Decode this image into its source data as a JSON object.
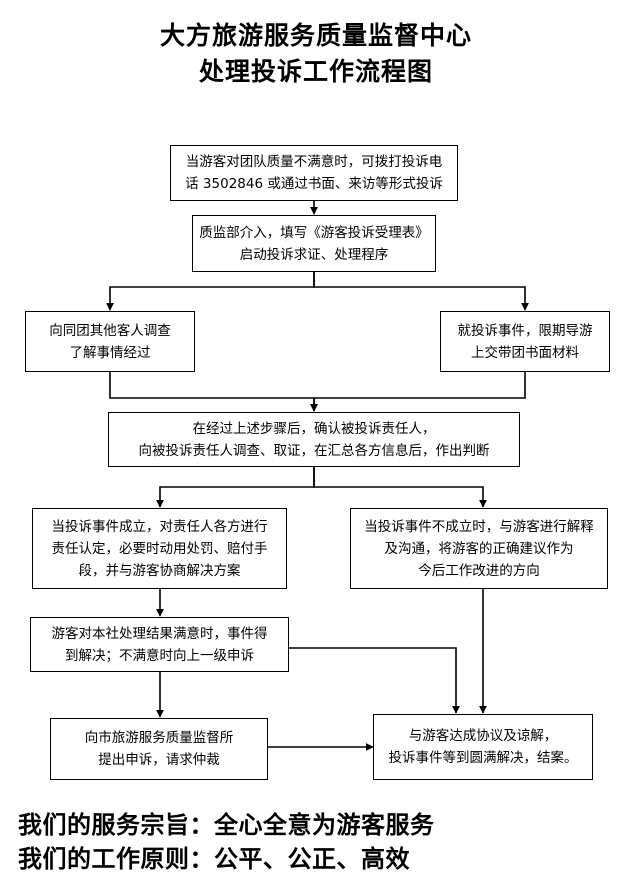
{
  "title": {
    "line1": "大方旅游服务质量监督中心",
    "line2": "处理投诉工作流程图"
  },
  "flow": {
    "type": "flowchart",
    "nodes": [
      {
        "id": "n1",
        "text": "当游客对团队质量不满意时，可拨打投诉电\n话 3502846 或通过书面、来访等形式投诉"
      },
      {
        "id": "n2",
        "text": "质监部介入，填写《游客投诉受理表》\n启动投诉求证、处理程序"
      },
      {
        "id": "n3",
        "text": "向同团其他客人调查\n了解事情经过"
      },
      {
        "id": "n4",
        "text": "就投诉事件，限期导游\n上交带团书面材料"
      },
      {
        "id": "n5",
        "text": "在经过上述步骤后，确认被投诉责任人，\n向被投诉责任人调查、取证，在汇总各方信息后，作出判断"
      },
      {
        "id": "n6",
        "text": "当投诉事件成立，对责任人各方进行\n责任认定，必要时动用处罚、赔付手\n段，并与游客协商解决方案"
      },
      {
        "id": "n7",
        "text": "当投诉事件不成立时，与游客进行解释\n及沟通，将游客的正确建议作为\n今后工作改进的方向"
      },
      {
        "id": "n8",
        "text": "游客对本社处理结果满意时，事件得\n到解决；不满意时向上一级申诉"
      },
      {
        "id": "n9",
        "text": "向市旅游服务质量监督所\n提出申诉，请求仲裁"
      },
      {
        "id": "n10",
        "text": "与游客达成协议及谅解，\n投诉事件等到圆满解决，结案。"
      }
    ],
    "edges": [
      {
        "from": "n1",
        "to": "n2"
      },
      {
        "from": "n2",
        "to": "n3"
      },
      {
        "from": "n2",
        "to": "n4"
      },
      {
        "from": "n3",
        "to": "n5"
      },
      {
        "from": "n4",
        "to": "n5"
      },
      {
        "from": "n5",
        "to": "n6"
      },
      {
        "from": "n5",
        "to": "n7"
      },
      {
        "from": "n6",
        "to": "n8"
      },
      {
        "from": "n7",
        "to": "n10"
      },
      {
        "from": "n8",
        "to": "n9"
      },
      {
        "from": "n8",
        "to": "n10"
      },
      {
        "from": "n9",
        "to": "n10"
      }
    ]
  },
  "footer": {
    "line1": "我们的服务宗旨：全心全意为游客服务",
    "line2": "我们的工作原则：公平、公正、高效"
  },
  "colors": {
    "ink": "#000000",
    "paper": "#ffffff"
  }
}
